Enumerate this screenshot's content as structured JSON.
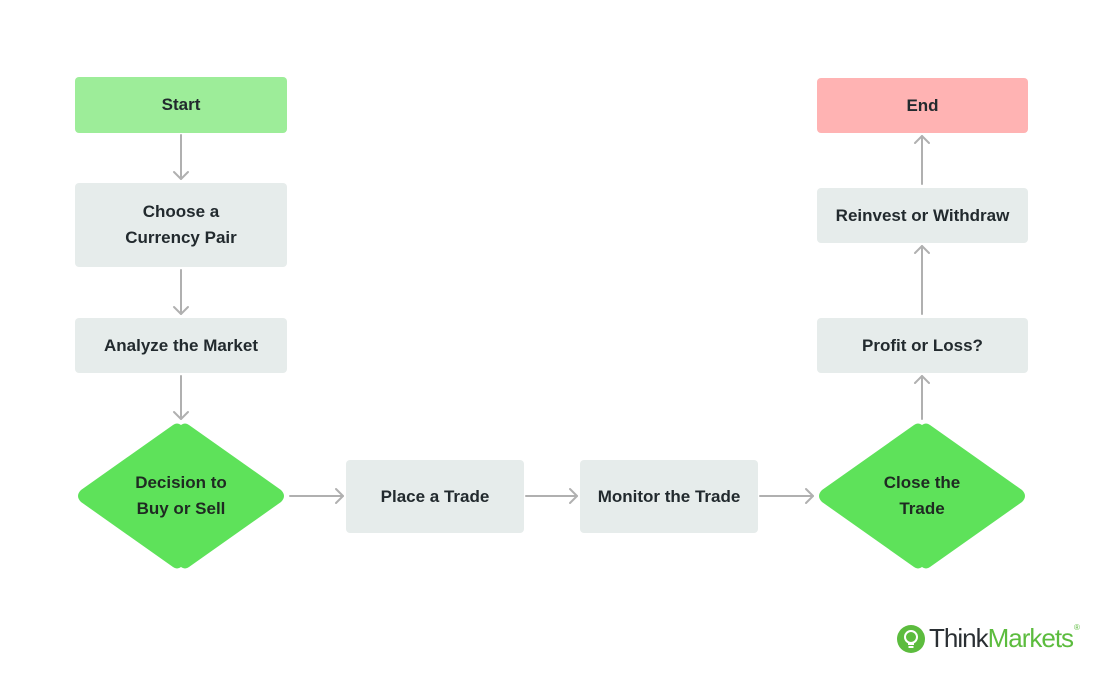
{
  "colors": {
    "start": "#9ded99",
    "end": "#ffb3b3",
    "process": "#e6eceb",
    "decision": "#5ee25a",
    "arrow": "#b0b0b0",
    "brand_green": "#5cbc3e"
  },
  "nodes": {
    "start": "Start",
    "choose_pair": "Choose a\nCurrency Pair",
    "analyze": "Analyze the Market",
    "decision": "Decision to\nBuy or Sell",
    "place_trade": "Place a Trade",
    "monitor": "Monitor the Trade",
    "close": "Close the\nTrade",
    "profit": "Profit or Loss?",
    "reinvest": "Reinvest or Withdraw",
    "end": "End"
  },
  "logo": {
    "icon": "lightbulb-icon",
    "part1": "Think",
    "part2": "Markets",
    "reg": "®"
  }
}
